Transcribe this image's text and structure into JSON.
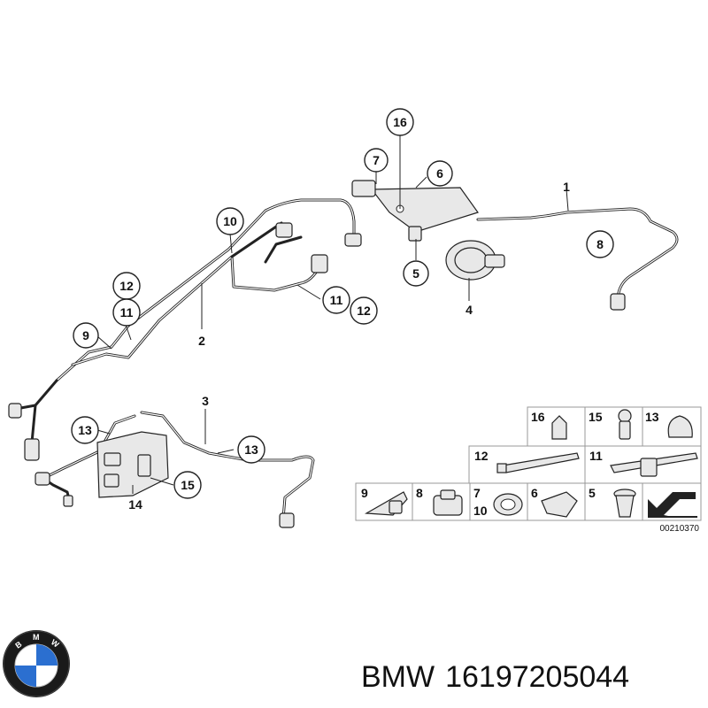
{
  "callouts": [
    {
      "id": "c16",
      "text": "16"
    },
    {
      "id": "c7",
      "text": "7"
    },
    {
      "id": "c6",
      "text": "6"
    },
    {
      "id": "c10",
      "text": "10"
    },
    {
      "id": "c8",
      "text": "8"
    },
    {
      "id": "c5",
      "text": "5"
    },
    {
      "id": "c12a",
      "text": "12"
    },
    {
      "id": "c11a",
      "text": "11"
    },
    {
      "id": "c11b",
      "text": "11"
    },
    {
      "id": "c12b",
      "text": "12"
    },
    {
      "id": "c9",
      "text": "9"
    },
    {
      "id": "c13a",
      "text": "13"
    },
    {
      "id": "c13b",
      "text": "13"
    },
    {
      "id": "c15",
      "text": "15"
    }
  ],
  "labels": {
    "p1": "1",
    "p2": "2",
    "p3": "3",
    "p4": "4",
    "p14": "14"
  },
  "legend": {
    "r1": [
      "16",
      "15",
      "13"
    ],
    "r2": [
      "12",
      "11"
    ],
    "r3": [
      "9",
      "8",
      "7",
      "10",
      "6",
      "5"
    ]
  },
  "reference": "00210370",
  "footer": {
    "brand": "BMW",
    "part_number": "16197205044"
  },
  "logo": {
    "text": "BMW",
    "colors": {
      "ring": "#1a1a1a",
      "blue": "#2b6fd0",
      "white": "#ffffff"
    }
  }
}
